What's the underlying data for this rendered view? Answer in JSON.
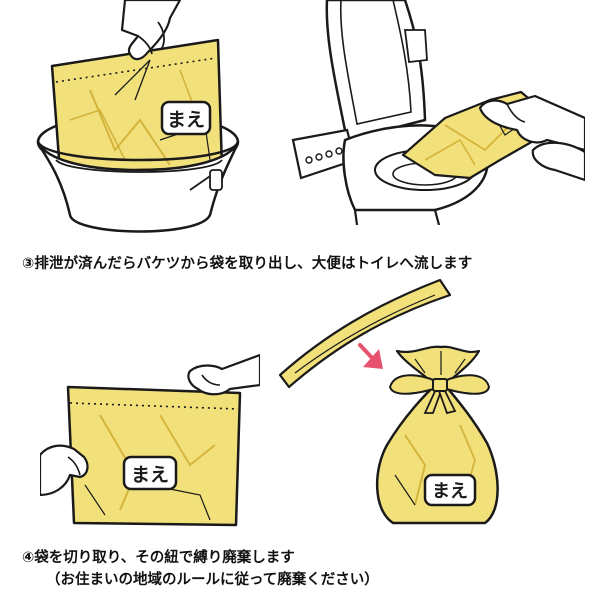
{
  "bag_label": "まえ",
  "step3": {
    "text": "③排泄が済んだらバケツから袋を取り出し、大便はトイレへ流します"
  },
  "step4": {
    "text": "④袋を切り取り、その紐で縛り廃棄します",
    "note": "（お住まいの地域のルールに従って廃棄ください）"
  },
  "colors": {
    "bag": "#f2e07a",
    "bag_dark": "#d4b43c",
    "outline": "#1a1a1a",
    "skin": "#ffffff",
    "arrow": "#e8516d"
  }
}
